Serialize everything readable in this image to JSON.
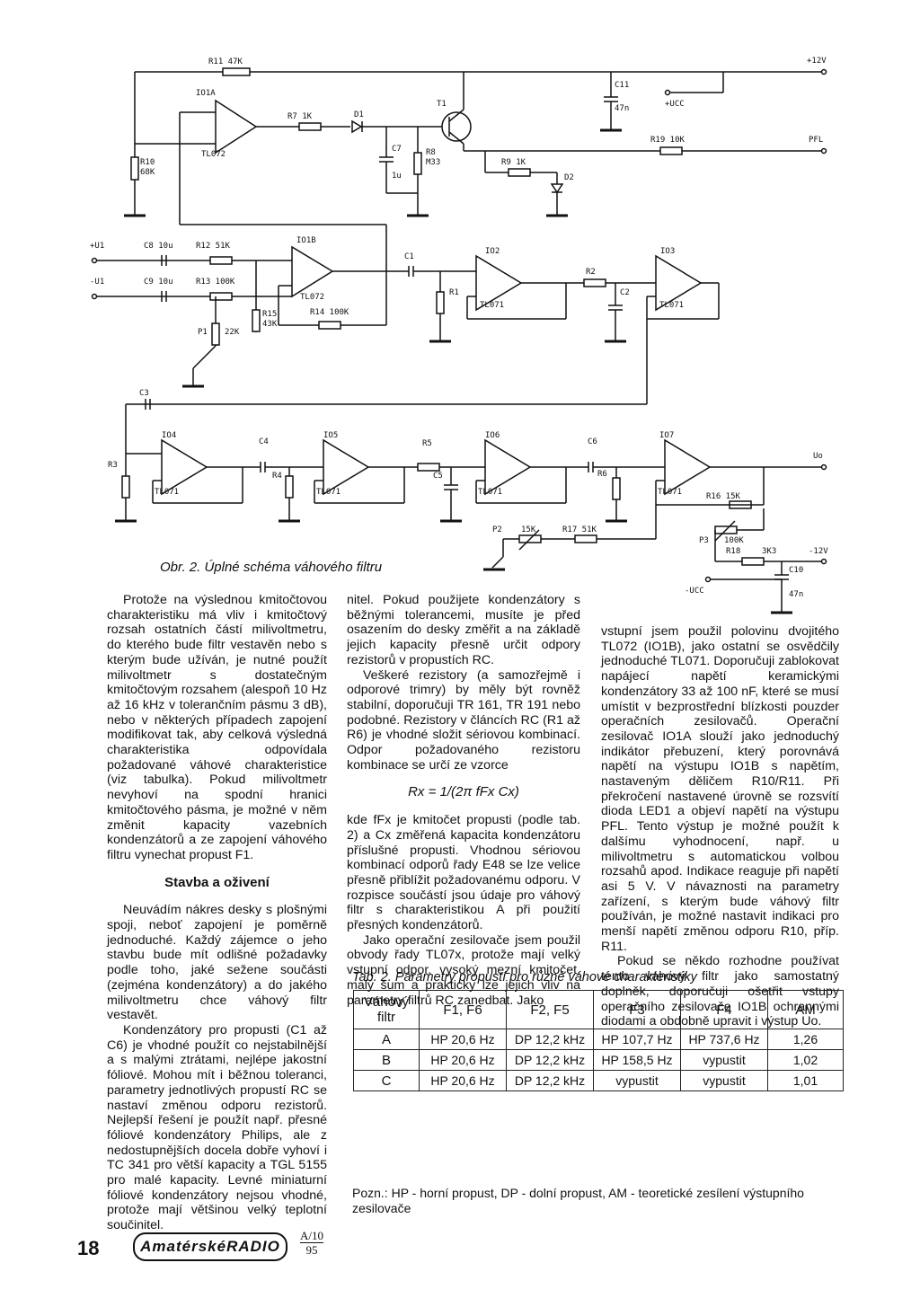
{
  "figure": {
    "caption": "Obr. 2. Úplné schéma váhového filtru",
    "labels": {
      "r11": "R11 47K",
      "plus12v": "+12V",
      "io1a": "IO1A",
      "r7": "R7 1K",
      "d1": "D1",
      "t1": "T1",
      "c11": "C11",
      "c11v": "47n",
      "ucc_pos": "+UCC",
      "r10": "R10",
      "r10v": "68K",
      "tl072a": "TL072",
      "c7": "C7",
      "c7v": "1u",
      "r8": "R8",
      "r8v": "M33",
      "r9": "R9 1K",
      "d2": "D2",
      "r19": "R19 10K",
      "pfl": "PFL",
      "u1p": "+U1",
      "u1m": "-U1",
      "c8": "C8 10u",
      "r12": "R12 51K",
      "c9": "C9 10u",
      "r13": "R13 100K",
      "io1b": "IO1B",
      "tl072b": "TL072",
      "r15": "R15",
      "r15v": "43K",
      "r14": "R14 100K",
      "p1": "P1",
      "p1v": "22K",
      "c1": "C1",
      "io2": "IO2",
      "r1": "R1",
      "tl071_2": "TL071",
      "r2": "R2",
      "c2": "C2",
      "io3": "IO3",
      "tl071_3": "TL071",
      "c3": "C3",
      "r3": "R3",
      "io4": "IO4",
      "tl071_4": "TL071",
      "c4": "C4",
      "r4": "R4",
      "io5": "IO5",
      "tl071_5": "TL071",
      "r5": "R5",
      "c5": "C5",
      "io6": "IO6",
      "tl071_6": "TL071",
      "c6": "C6",
      "r6": "R6",
      "io7": "IO7",
      "tl071_7": "TL071",
      "uo": "Uo",
      "r16": "R16 15K",
      "p2": "P2",
      "p2v": "15K",
      "r17": "R17 51K",
      "p3": "P3",
      "p3v": "100K",
      "r18": "R18",
      "r18v": "3K3",
      "minus12v": "-12V",
      "c10": "C10",
      "c10v": "47n",
      "ucc_neg": "-UCC"
    }
  },
  "column1": {
    "p1": "Protože na výslednou kmitočtovou charakteristiku má vliv i kmitočtový rozsah ostatních částí milivoltmetru, do kterého bude filtr vestavěn nebo s kterým bude užíván, je nutné použít milivoltmetr s dostatečným kmitočtovým rozsahem (alespoň 10 Hz až 16 kHz v tolerančním pásmu 3 dB), nebo v některých případech zapojení modifikovat tak, aby celková výsledná charakteristika odpovídala požadované váhové charakteristice (viz tabulka). Pokud milivoltmetr nevyhoví na spodní hranici kmitočtového pásma, je možné v něm změnit kapacity vazebních kondenzátorů a ze zapojení váhového filtru vynechat propust F1.",
    "heading": "Stavba a oživení",
    "p2": "Neuvádím nákres desky s plošnými spoji, neboť zapojení je poměrně jednoduché. Každý zájemce o jeho stavbu bude mít odlišné požadavky podle toho, jaké sežene součásti (zejména kondenzátory) a do jakého milivoltmetru chce váhový filtr vestavět.",
    "p3": "Kondenzátory pro propusti (C1 až C6) je vhodné použít co nejstabilnější a s malými ztrátami, nejlépe jakostní fóliové. Mohou mít i běžnou toleranci, parametry jednotlivých propustí RC se nastaví změnou odporu rezistorů. Nejlepší řešení je použít např. přesné fóliové kondenzátory Philips, ale z nedostupnějších docela dobře vyhoví i TC 341 pro větší kapacity a TGL 5155 pro malé kapacity. Levné miniaturní fóliové kondenzátory nejsou vhodné, protože mají většinou velký teplotní součinitel."
  },
  "column2": {
    "p1": "nitel. Pokud použijete kondenzátory s běžnými tolerancemi, musíte je před osazením do desky změřit a na základě jejich kapacity přesně určit odpory rezistorů v propustích RC.",
    "p2": "Veškeré rezistory (a samozřejmě i odporové trimry) by měly být rovněž stabilní, doporučuji TR 161, TR 191 nebo podobné. Rezistory v článcích RC (R1 až R6) je vhodné složit sériovou kombinací. Odpor požadovaného rezistoru kombinace se určí ze vzorce",
    "formula": "Rx = 1/(2π fFx Cx)",
    "p3": "kde fFx je kmitočet propusti (podle tab. 2) a Cx změřená kapacita kondenzátoru příslušné propusti. Vhodnou sériovou kombinací odporů řady E48 se lze velice přesně přiblížit požadovanému odporu. V rozpisce součástí jsou údaje pro váhový filtr s charakteristikou A při použití přesných kondenzátorů.",
    "p4": "Jako operační zesilovače jsem použil obvody řady TL07x, protože mají velký vstupní odpor, vysoký mezní kmitočet, malý šum a prakticky lze jejich vliv na parametry filtrů RC zanedbat. Jako"
  },
  "column3": {
    "p1": "vstupní jsem použil polovinu dvojitého TL072 (IO1B), jako ostatní se osvědčily jednoduché TL071. Doporučuji zablokovat napájecí napětí keramickými kondenzátory 33 až 100 nF, které se musí umístit v bezprostřední blízkosti pouzder operačních zesilovačů. Operační zesilovač IO1A slouží jako jednoduchý indikátor přebuzení, který porovnává napětí na výstupu IO1B s napětím, nastaveným děličem R10/R11. Při překročení nastavené úrovně se rozsvítí dioda LED1 a objeví napětí na výstupu PFL. Tento výstup je možné použít k dalšímu vyhodnocení, např. u milivoltmetru s automatickou volbou rozsahů apod. Indikace reaguje při napětí asi 5 V. V návaznosti na parametry zařízení, s kterým bude váhový filtr používán, je možné nastavit indikaci pro menší napětí změnou odporu R10, příp. R11.",
    "p2": "Pokud se někdo rozhodne používat tento váhový filtr jako samostatný doplněk, doporučuji ošetřit vstupy operačního zesilovače IO1B ochrannými diodami a obdobně upravit i výstup Uo."
  },
  "table": {
    "caption": "Tab. 2. Parametry propustí pro různé váhové charakteristiky",
    "headers": [
      "Váhový filtr",
      "F1, F6",
      "F2, F5",
      "F3",
      "F4",
      "AM"
    ],
    "rows": [
      [
        "A",
        "HP 20,6 Hz",
        "DP 12,2 kHz",
        "HP 107,7 Hz",
        "HP 737,6 Hz",
        "1,26"
      ],
      [
        "B",
        "HP 20,6 Hz",
        "DP 12,2 kHz",
        "HP 158,5 Hz",
        "vypustit",
        "1,02"
      ],
      [
        "C",
        "HP 20,6 Hz",
        "DP 12,2 kHz",
        "vypustit",
        "vypustit",
        "1,01"
      ]
    ],
    "note": "Pozn.: HP - horní propust, DP - dolní propust, AM - teoretické zesílení výstupního zesilovače"
  },
  "footer": {
    "page_number": "18",
    "magazine": "AmatérskéRADIO",
    "issue_top": "A/10",
    "issue_bottom": "95"
  }
}
